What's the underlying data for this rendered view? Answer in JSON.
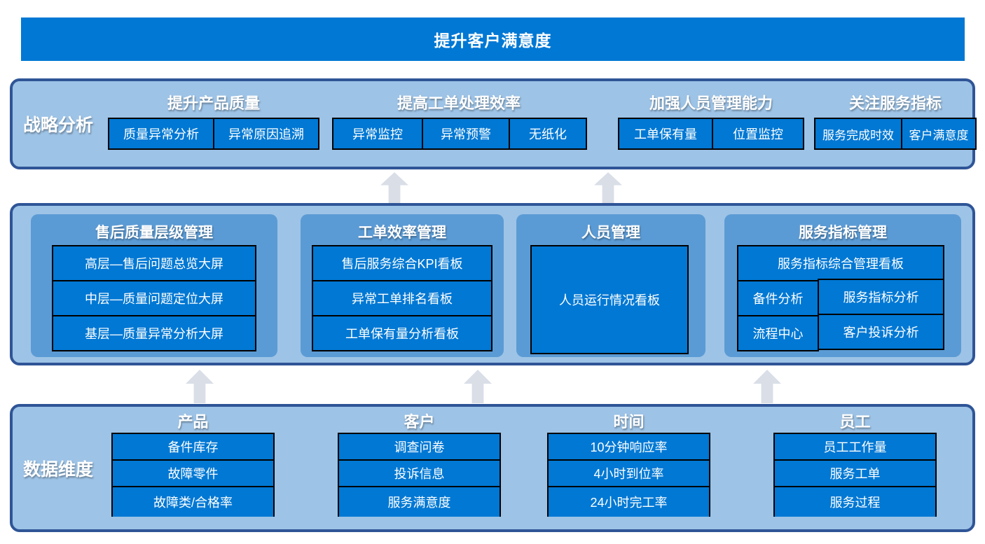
{
  "banner": {
    "title": "提升客户满意度"
  },
  "strategy": {
    "label": "战略分析",
    "groups": [
      {
        "title": "提升产品质量",
        "cells": [
          "质量异常分析",
          "异常原因追溯"
        ]
      },
      {
        "title": "提高工单处理效率",
        "cells": [
          "异常监控",
          "异常预警",
          "无纸化"
        ]
      },
      {
        "title": "加强人员管理能力",
        "cells": [
          "工单保有量",
          "位置监控"
        ]
      },
      {
        "title": "关注服务指标",
        "cells": [
          "服务完成时效",
          "客户满意度"
        ]
      }
    ]
  },
  "management": {
    "panels": [
      {
        "title": "售后质量层级管理",
        "rows": [
          "高层—售后问题总览大屏",
          "中层—质量问题定位大屏",
          "基层—质量异常分析大屏"
        ]
      },
      {
        "title": "工单效率管理",
        "rows": [
          "售后服务综合KPI看板",
          "异常工单排名看板",
          "工单保有量分析看板"
        ]
      },
      {
        "title": "人员管理",
        "rows": [
          "人员运行情况看板"
        ]
      },
      {
        "title": "服务指标管理",
        "full_row": "服务指标综合管理看板",
        "grid": {
          "r1c1": "备件分析",
          "r1c2": "服务指标分析",
          "r2c1": "流程中心",
          "r2c2": "客户投诉分析"
        }
      }
    ]
  },
  "data_dimensions": {
    "label": "数据维度",
    "columns": [
      {
        "title": "产品",
        "cells": [
          "备件库存",
          "故障零件",
          "故障类/合格率"
        ]
      },
      {
        "title": "客户",
        "cells": [
          "调查问卷",
          "投诉信息",
          "服务满意度"
        ]
      },
      {
        "title": "时间",
        "cells": [
          "10分钟响应率",
          "4小时到位率",
          "24小时完工率"
        ]
      },
      {
        "title": "员工",
        "cells": [
          "员工工作量",
          "服务工单",
          "服务过程"
        ]
      }
    ]
  },
  "colors": {
    "accent_blue": "#0078d4",
    "section_fill": "#9dc3e6",
    "panel_fill": "#5b9bd5",
    "section_border": "#2f5597",
    "arrow_gray": "#d9dee7",
    "cell_border": "#000000",
    "text_white": "#ffffff"
  }
}
